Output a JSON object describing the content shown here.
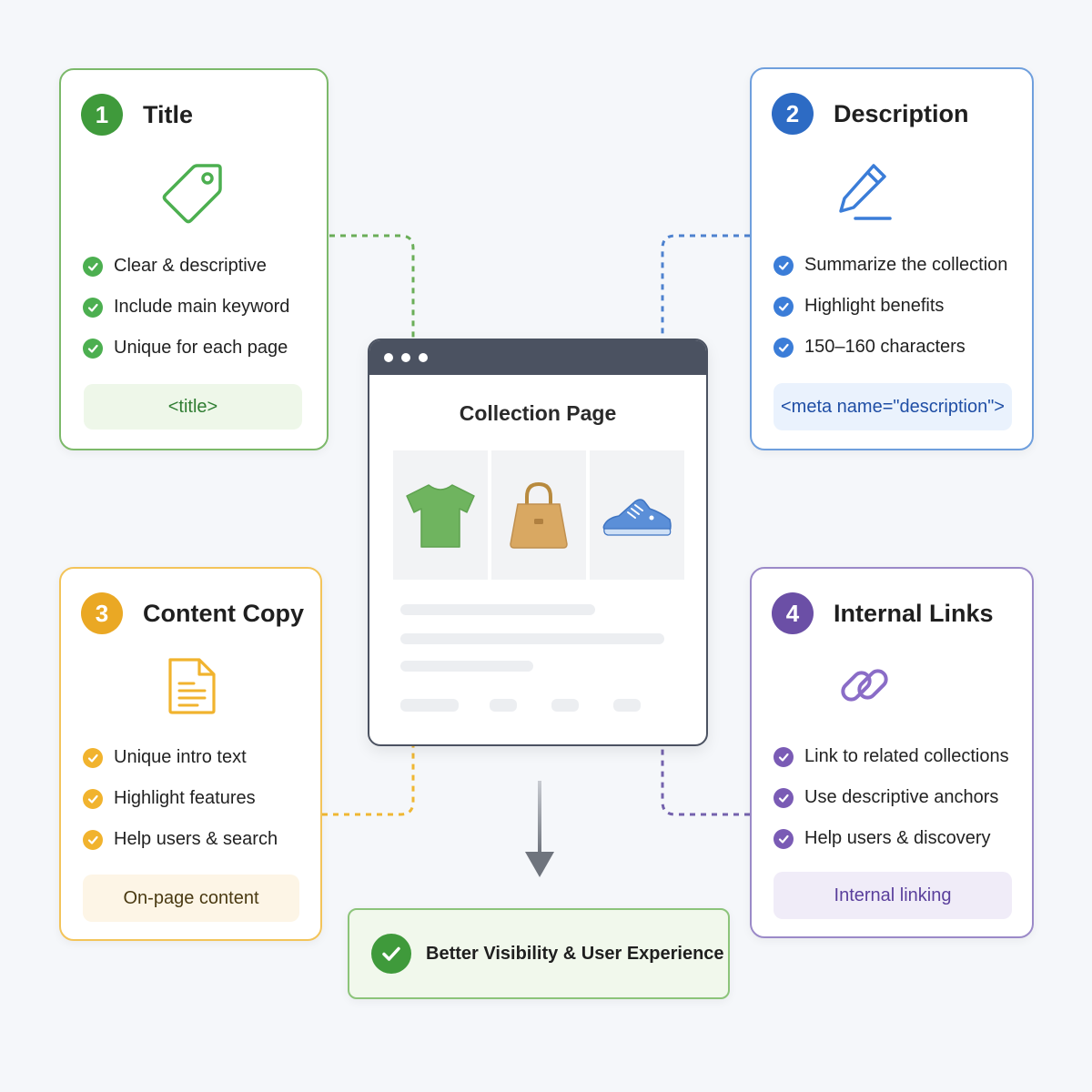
{
  "colors": {
    "title_accent": "#3f9a3b",
    "description_accent": "#2d6bc4",
    "content_copy_accent": "#eaa824",
    "internal_links_accent": "#6b4fa6",
    "browser_chrome": "#4b5261"
  },
  "cards": [
    {
      "number": "1",
      "title": "Title",
      "icon": "tag-icon",
      "items": [
        "Clear & descriptive",
        "Include main keyword",
        "Unique for each page"
      ],
      "tag": "<title>"
    },
    {
      "number": "2",
      "title": "Description",
      "icon": "pencil-icon",
      "items": [
        "Summarize the collection",
        "Highlight benefits",
        "150–160 characters"
      ],
      "tag": "<meta name=\"description\">"
    },
    {
      "number": "3",
      "title": "Content Copy",
      "icon": "document-icon",
      "items": [
        "Unique intro text",
        "Highlight features",
        "Help users & search"
      ],
      "tag": "On-page content"
    },
    {
      "number": "4",
      "title": "Internal Links",
      "icon": "link-icon",
      "items": [
        "Link to related collections",
        "Use descriptive anchors",
        "Help users & discovery"
      ],
      "tag": "Internal linking"
    }
  ],
  "browser": {
    "title": "Collection Page",
    "products": [
      "t-shirt-icon",
      "handbag-icon",
      "sneaker-icon"
    ]
  },
  "result": {
    "text": "Better Visibility & User Experience"
  }
}
